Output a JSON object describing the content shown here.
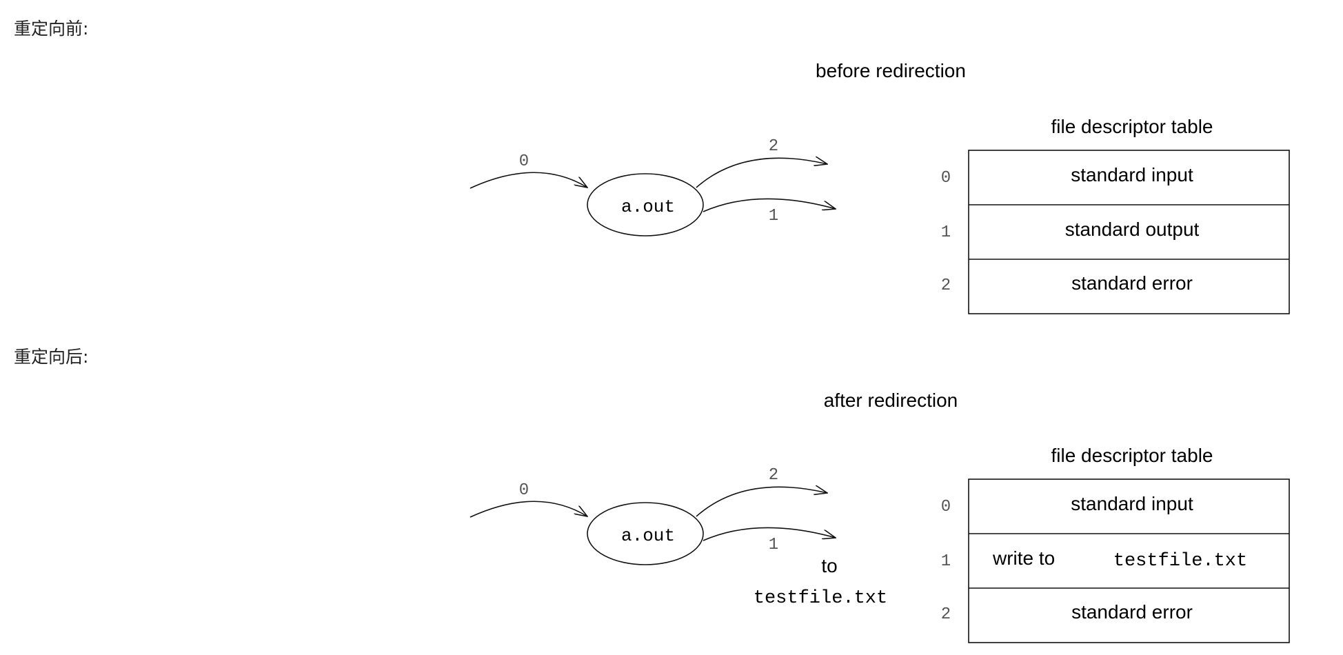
{
  "sections": {
    "before_label": "重定向前:",
    "after_label": "重定向后:"
  },
  "diagrams": {
    "before": {
      "title": "before redirection",
      "process": "a.out",
      "input_arrow_label": "0",
      "output_arrow_label": "1",
      "error_arrow_label": "2",
      "table": {
        "title": "file descriptor table",
        "rows": [
          {
            "fd": "0",
            "text": "standard input"
          },
          {
            "fd": "1",
            "text": "standard output"
          },
          {
            "fd": "2",
            "text": "standard error"
          }
        ]
      }
    },
    "after": {
      "title": "after redirection",
      "process": "a.out",
      "input_arrow_label": "0",
      "output_arrow_label": "1",
      "error_arrow_label": "2",
      "output_target_to": "to",
      "output_target_file": "testfile.txt",
      "table": {
        "title": "file descriptor table",
        "rows": [
          {
            "fd": "0",
            "text": "standard input"
          },
          {
            "fd": "1",
            "text": "write to",
            "file": "testfile.txt"
          },
          {
            "fd": "2",
            "text": "standard error"
          }
        ]
      }
    }
  },
  "colors": {
    "line": "#111111",
    "fd_number": "#555555"
  }
}
